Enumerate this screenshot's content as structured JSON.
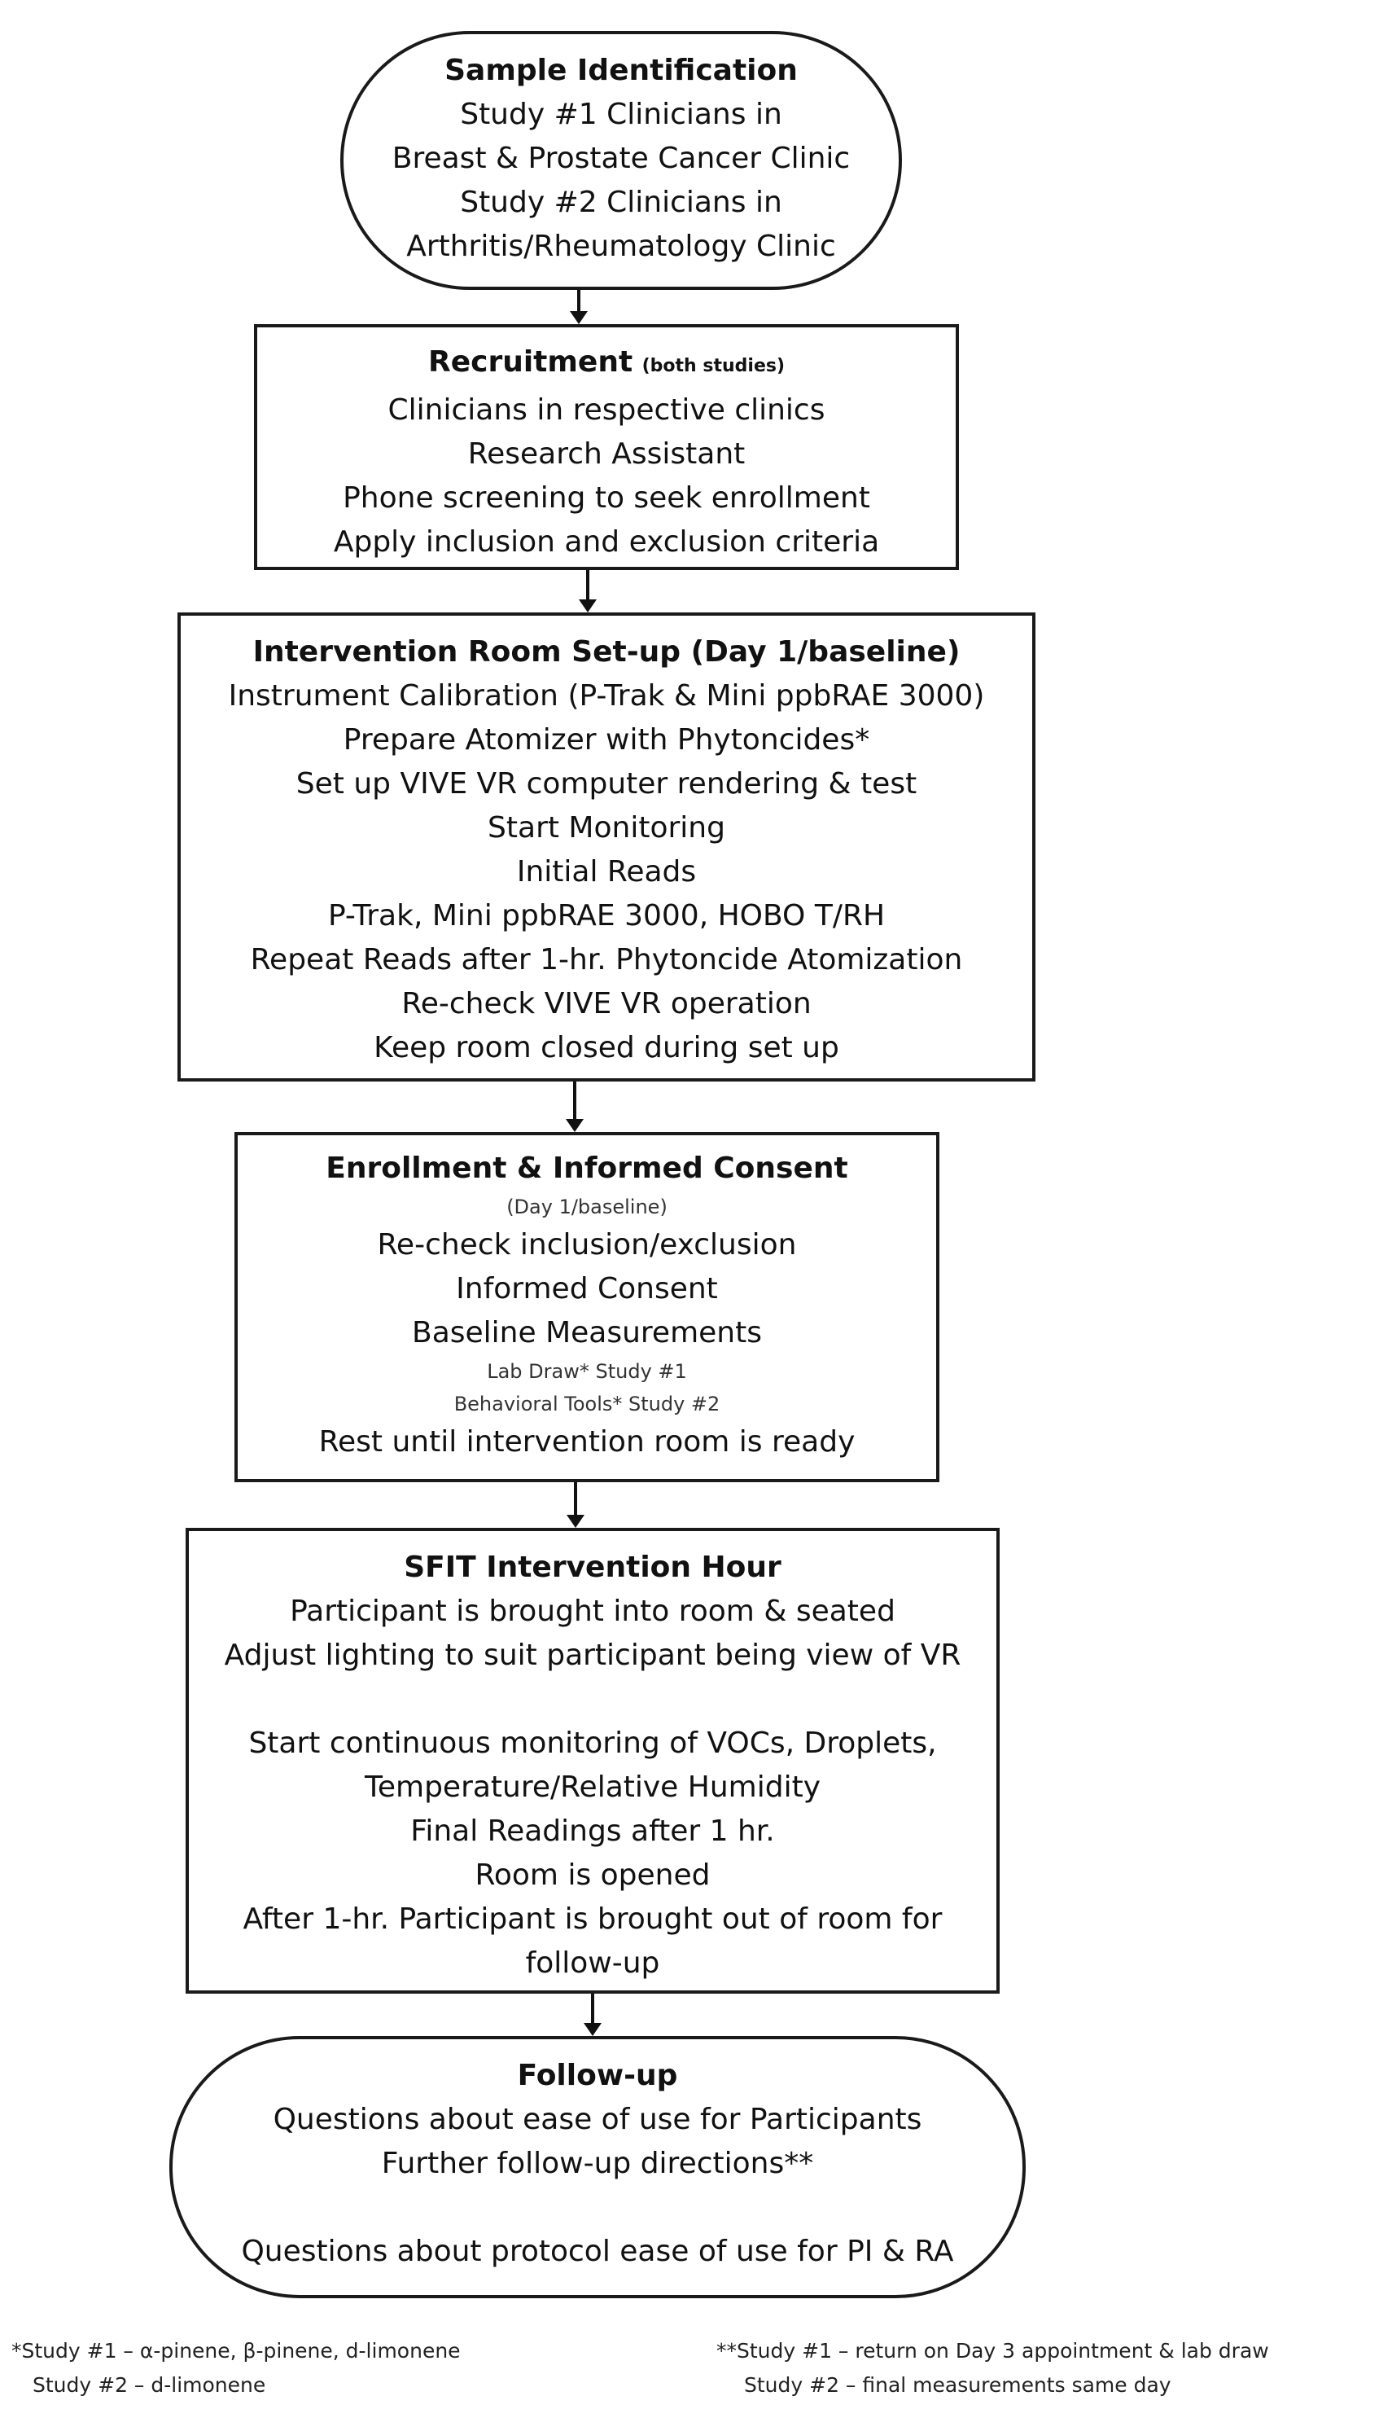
{
  "boxes": {
    "sample_identification": {
      "title": "Sample Identification",
      "lines": [
        "Study #1 Clinicians in",
        "Breast & Prostate Cancer Clinic",
        "Study #2 Clinicians in",
        "Arthritis/Rheumatology Clinic"
      ]
    },
    "recruitment": {
      "title": "Recruitment",
      "title_note": "(both studies)",
      "lines": [
        "Clinicians in respective clinics",
        "Research Assistant",
        "Phone screening to seek enrollment",
        "Apply inclusion and exclusion criteria"
      ]
    },
    "intervention_room": {
      "title": "Intervention Room Set-up (Day 1/baseline)",
      "lines": [
        "Instrument Calibration (P-Trak & Mini ppbRAE 3000)",
        "Prepare Atomizer with Phytoncides*",
        "Set up VIVE VR computer rendering & test",
        "Start Monitoring",
        "Initial Reads",
        "P-Trak, Mini ppbRAE 3000, HOBO T/RH",
        "Repeat Reads after 1-hr. Phytoncide Atomization",
        "Re-check VIVE VR operation",
        "Keep room closed during set up"
      ]
    },
    "enrollment": {
      "title": "Enrollment & Informed Consent",
      "subtitle": "(Day 1/baseline)",
      "lines_a": [
        "Re-check inclusion/exclusion",
        "Informed Consent",
        "Baseline Measurements"
      ],
      "small_lines": [
        "Lab Draw* Study #1",
        "Behavioral Tools* Study #2"
      ],
      "lines_b": [
        "Rest until intervention room is ready"
      ]
    },
    "sfit": {
      "title": "SFIT Intervention Hour",
      "lines_a": [
        "Participant is brought into room & seated",
        "Adjust lighting to suit participant being view of VR"
      ],
      "lines_b": [
        "Start continuous monitoring of VOCs, Droplets,",
        "Temperature/Relative Humidity",
        "Final Readings after 1 hr.",
        "Room is opened",
        "After 1-hr. Participant is brought out of room for",
        "follow-up"
      ]
    },
    "followup": {
      "title": "Follow-up",
      "lines_a": [
        "Questions about ease of use for Participants",
        "Further follow-up directions**"
      ],
      "lines_b": [
        "Questions about protocol ease of use for PI & RA"
      ]
    }
  },
  "footnotes": {
    "left": [
      "*Study #1 – α-pinene, β-pinene, d-limonene",
      "Study #2 – d-limonene"
    ],
    "right": [
      "**Study #1 – return on Day 3 appointment & lab draw",
      "Study #2 – final measurements same day"
    ]
  }
}
